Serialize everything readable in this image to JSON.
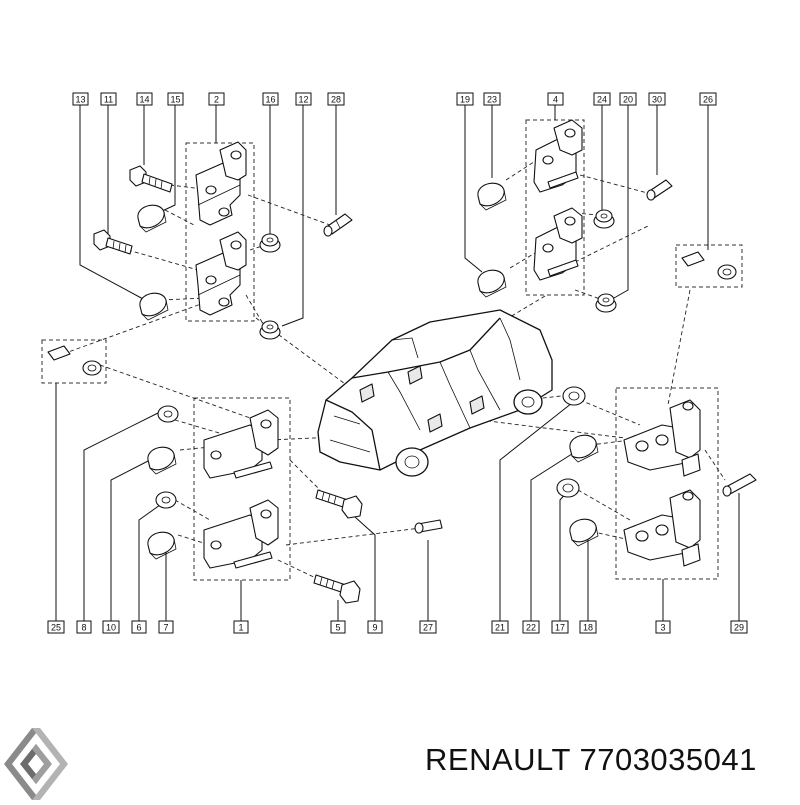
{
  "caption": {
    "brand": "RENAULT",
    "part_number": "7703035041"
  },
  "callouts": {
    "top_left": [
      "13",
      "11",
      "14",
      "15",
      "2",
      "16",
      "12",
      "28"
    ],
    "top_right": [
      "19",
      "23",
      "4",
      "24",
      "20",
      "30",
      "26"
    ],
    "left_mid": [
      "25"
    ],
    "bottom": [
      "25",
      "8",
      "10",
      "6",
      "7",
      "1",
      "5",
      "9",
      "27",
      "21",
      "22",
      "17",
      "18",
      "3",
      "29"
    ]
  },
  "logo": {
    "name": "renault-diamond-logo"
  }
}
